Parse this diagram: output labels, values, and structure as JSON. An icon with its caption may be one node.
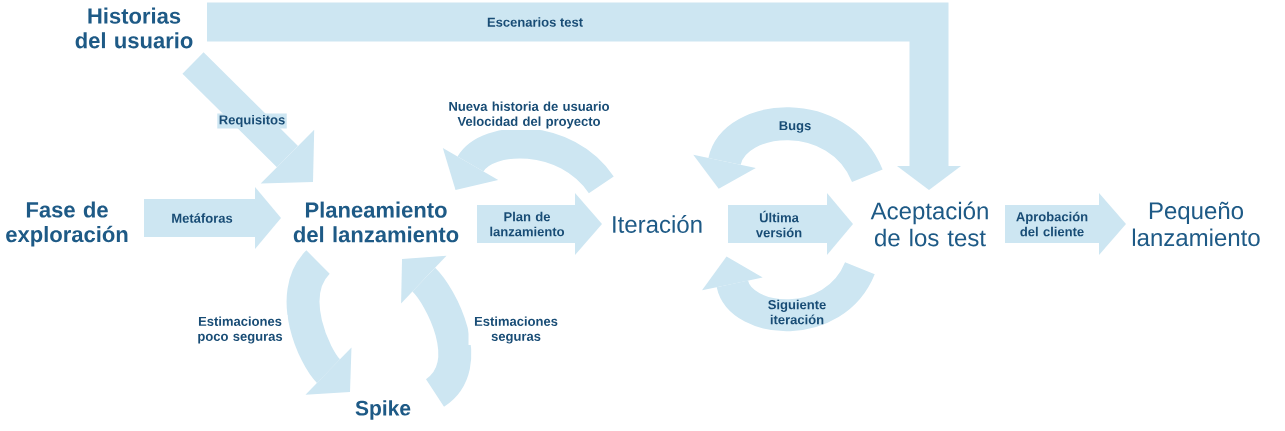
{
  "diagram": {
    "nodes": [
      {
        "text": [
          "Historias del usuario"
        ]
      },
      {
        "text": [
          "Fase de exploración"
        ]
      },
      {
        "text": [
          "Planeamiento del lanzamiento"
        ]
      },
      {
        "text": [
          "Iteración"
        ]
      },
      {
        "text": [
          "Aceptación de los test"
        ]
      },
      {
        "text": [
          "Pequeño lanzamiento"
        ]
      },
      {
        "text": [
          "Spike"
        ]
      }
    ],
    "edges": [
      {
        "from": 0,
        "to": 4,
        "arrow": "to",
        "label": "Escenarios test"
      },
      {
        "from": 0,
        "to": 2,
        "arrow": "to",
        "label": "Requisitos"
      },
      {
        "from": 1,
        "to": 2,
        "arrow": "to",
        "label": "Metáforas"
      },
      {
        "from": 3,
        "to": 2,
        "arrow": "to",
        "label": "Nueva historia de usuario Velocidad del proyecto"
      },
      {
        "from": 2,
        "to": 3,
        "arrow": "to",
        "label": "Plan de lanzamiento"
      },
      {
        "from": 4,
        "to": 3,
        "arrow": "to",
        "label": "Bugs"
      },
      {
        "from": 3,
        "to": 4,
        "arrow": "to",
        "label": "Última versión"
      },
      {
        "from": 4,
        "to": 3,
        "arrow": "to",
        "label": "Siguiente iteración"
      },
      {
        "from": 4,
        "to": 5,
        "arrow": "to",
        "label": "Aprobación del cliente"
      },
      {
        "from": 2,
        "to": 6,
        "arrow": "to",
        "label": "Estimaciones poco seguras"
      },
      {
        "from": 6,
        "to": 2,
        "arrow": "to",
        "label": "Estimaciones seguras"
      }
    ]
  }
}
